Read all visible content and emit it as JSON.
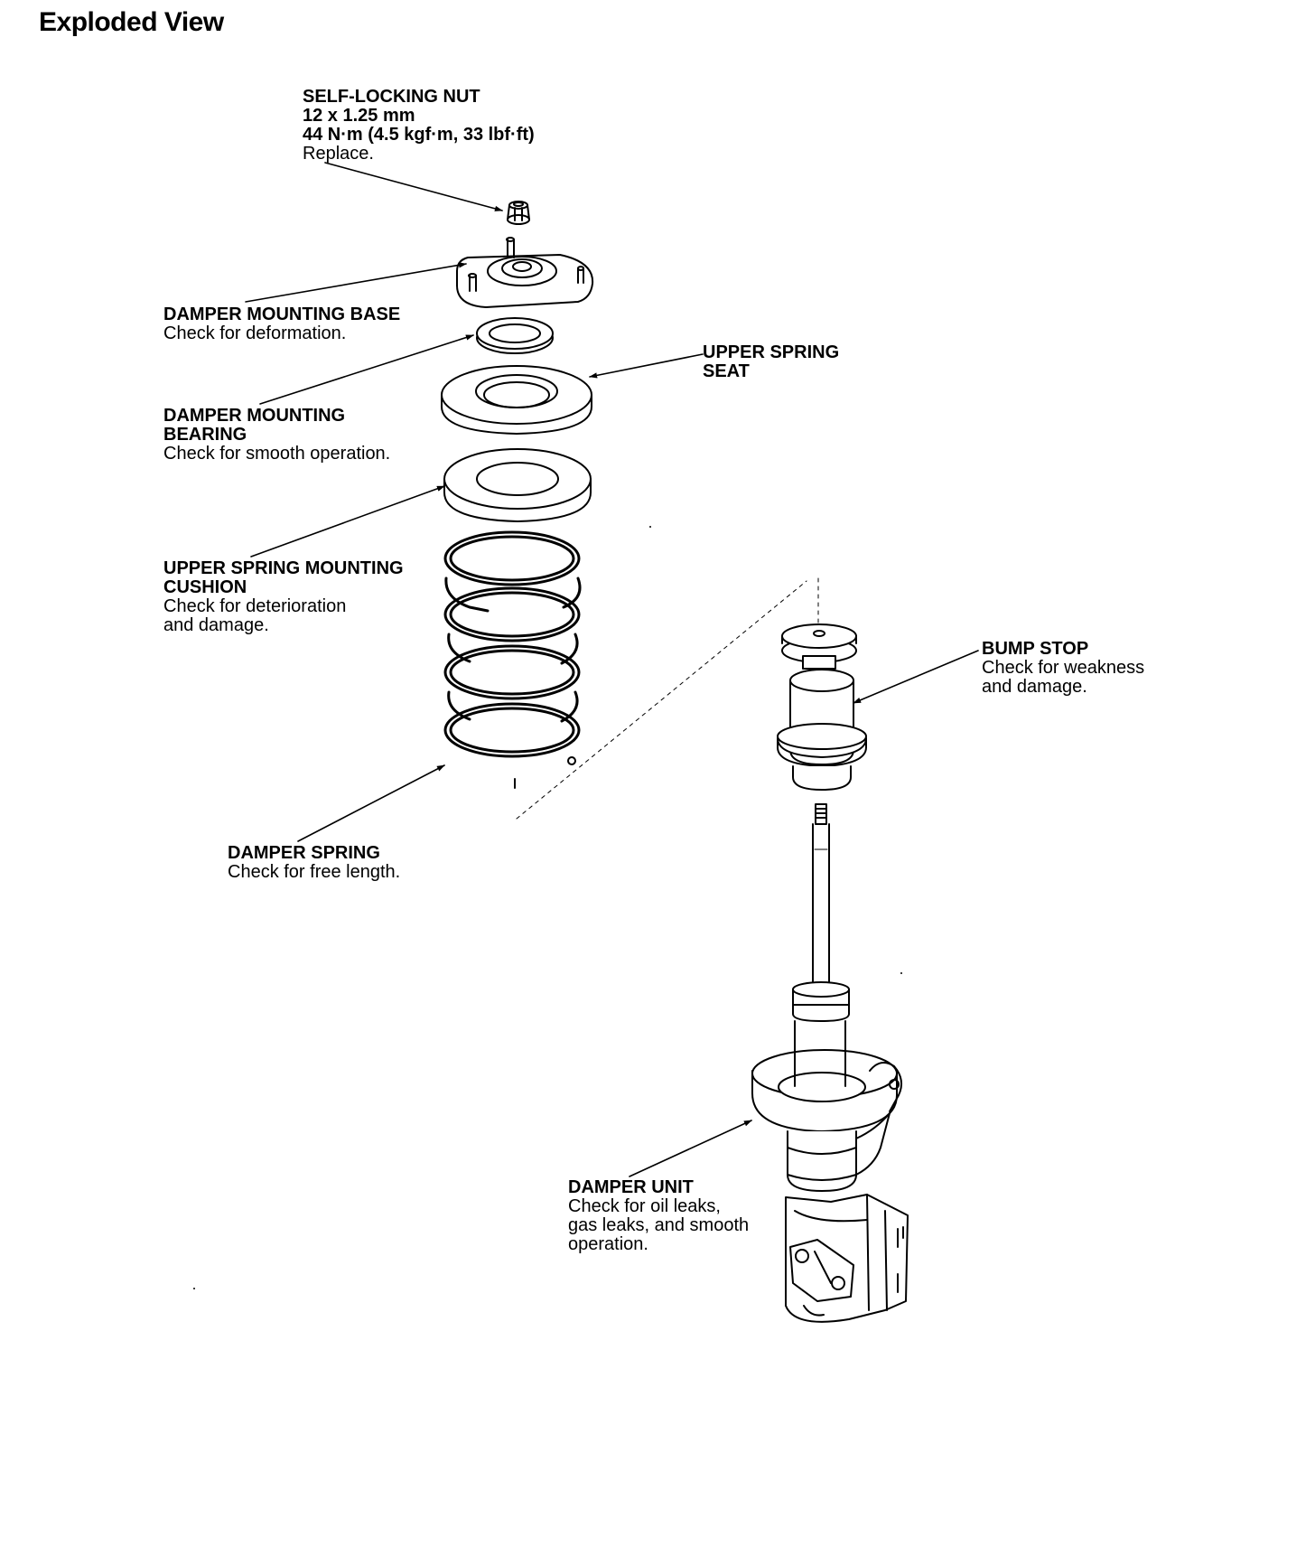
{
  "page": {
    "title": "Exploded View"
  },
  "callouts": {
    "self_locking_nut": {
      "name": "SELF-LOCKING NUT",
      "spec1": "12 x 1.25 mm",
      "spec2": "44 N·m (4.5 kgf·m, 33 lbf·ft)",
      "note": "Replace."
    },
    "mounting_base": {
      "name": "DAMPER MOUNTING BASE",
      "note": "Check for deformation."
    },
    "upper_spring_seat": {
      "line1": "UPPER SPRING",
      "line2": "SEAT"
    },
    "mounting_bearing": {
      "line1": "DAMPER MOUNTING",
      "line2": "BEARING",
      "note": "Check for smooth operation."
    },
    "spring_cushion": {
      "line1": "UPPER SPRING MOUNTING",
      "line2": "CUSHION",
      "note1": "Check for deterioration",
      "note2": "and damage."
    },
    "bump_stop": {
      "name": "BUMP STOP",
      "note1": "Check for weakness",
      "note2": "and damage."
    },
    "damper_spring": {
      "name": "DAMPER SPRING",
      "note": "Check for free length."
    },
    "damper_unit": {
      "name": "DAMPER UNIT",
      "note1": "Check for oil leaks,",
      "note2": "gas leaks, and smooth",
      "note3": "operation."
    }
  }
}
